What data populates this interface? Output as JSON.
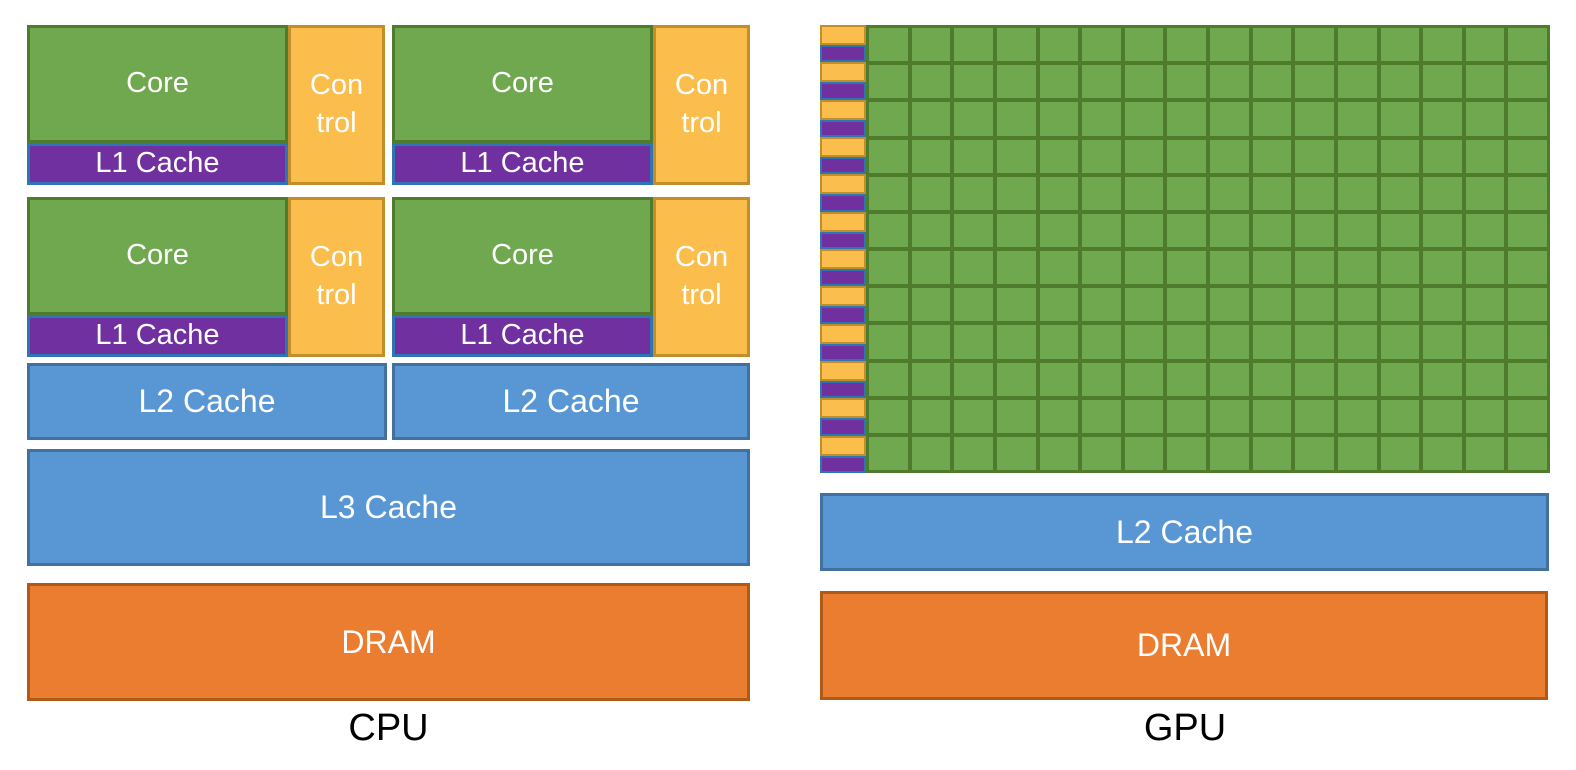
{
  "cpu": {
    "label": "CPU",
    "core_label": "Core",
    "control_label": "Con\ntrol",
    "l1_label": "L1 Cache",
    "l2_label": "L2 Cache",
    "l3_label": "L3 Cache",
    "dram_label": "DRAM"
  },
  "gpu": {
    "label": "GPU",
    "l2_label": "L2 Cache",
    "dram_label": "DRAM",
    "grid": {
      "rows": 12,
      "cols": 16
    }
  },
  "colors": {
    "background": "#ffffff",
    "green_fill": "#6FA84E",
    "green_border": "#4F7B2D",
    "control_fill": "#FBBE4D",
    "control_border": "#C28E2A",
    "l1_fill": "#7030A0",
    "l1_border": "#2E75B6",
    "cache_fill": "#5897D3",
    "cache_border": "#41719C",
    "dram_fill": "#EA7D2F",
    "dram_border": "#B05A17",
    "text_light": "#FFFFFF",
    "text_dark": "#000000"
  }
}
